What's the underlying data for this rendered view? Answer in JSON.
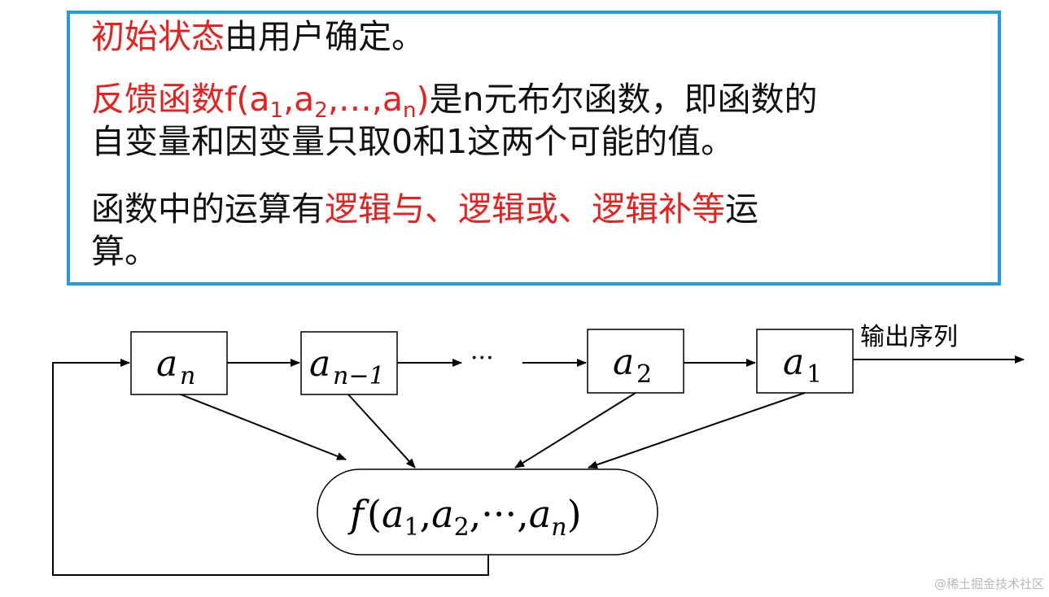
{
  "text_panel": {
    "para1": {
      "red": "初始状态",
      "black": "由用户确定。"
    },
    "para2": {
      "red_prefix": "反馈函数f(a",
      "sub1": "1",
      "sep1": ",a",
      "sub2": "2",
      "sep2": ",…,a",
      "subn": "n",
      "close": ")",
      "black_rest": "是n元布尔函数，即函数的",
      "line2": "自变量和因变量只取0和1这两个可能的值。"
    },
    "para3": {
      "black1": "函数中的运算有",
      "red": "逻辑与、逻辑或、逻辑补等",
      "black2": "运",
      "line2": "算。"
    }
  },
  "diagram": {
    "cells": [
      {
        "var": "a",
        "sub": "n"
      },
      {
        "var": "a",
        "sub": "n−1"
      },
      {
        "var": "a",
        "sub": "2"
      },
      {
        "var": "a",
        "sub": "1"
      }
    ],
    "ellipsis": "···",
    "output_label": "输出序列",
    "function": {
      "f": "f",
      "open": "(",
      "a": "a",
      "s1": "1",
      "comma": ",",
      "s2": "2",
      "dots": "···",
      "sn": "n",
      "close": ")"
    }
  },
  "watermark": "@稀土掘金技术社区",
  "colors": {
    "accent_red": "#e8201e",
    "frame_blue": "#1f9bde",
    "text": "#111111"
  }
}
